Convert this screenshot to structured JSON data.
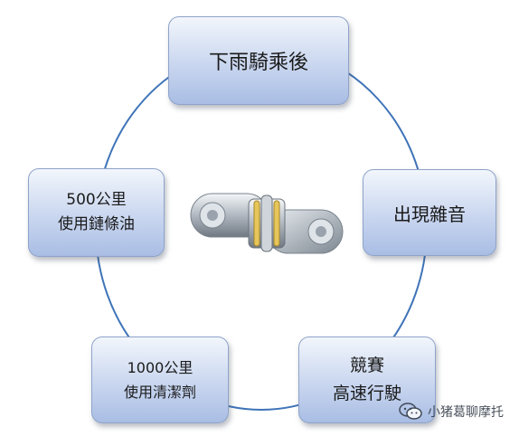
{
  "diagram": {
    "nodes": [
      {
        "id": "top",
        "lines": [
          "下雨騎乘後"
        ]
      },
      {
        "id": "right",
        "lines": [
          "出現雜音"
        ]
      },
      {
        "id": "bottom-right",
        "lines": [
          "競賽",
          "高速行駛"
        ]
      },
      {
        "id": "bottom-left",
        "lines": [
          "1000公里",
          "使用清潔劑"
        ]
      },
      {
        "id": "left",
        "lines": [
          "500公里",
          "使用鏈條油"
        ]
      }
    ],
    "center_image": "motorcycle-chain-link",
    "colors": {
      "ring": "#3f74b8",
      "box_border": "#8ea3c9",
      "box_fill_top": "#f2f6fc",
      "box_fill_bottom": "#a9bde4"
    }
  },
  "watermark": {
    "icon": "wechat-icon",
    "text": "小猪葛聊摩托"
  }
}
